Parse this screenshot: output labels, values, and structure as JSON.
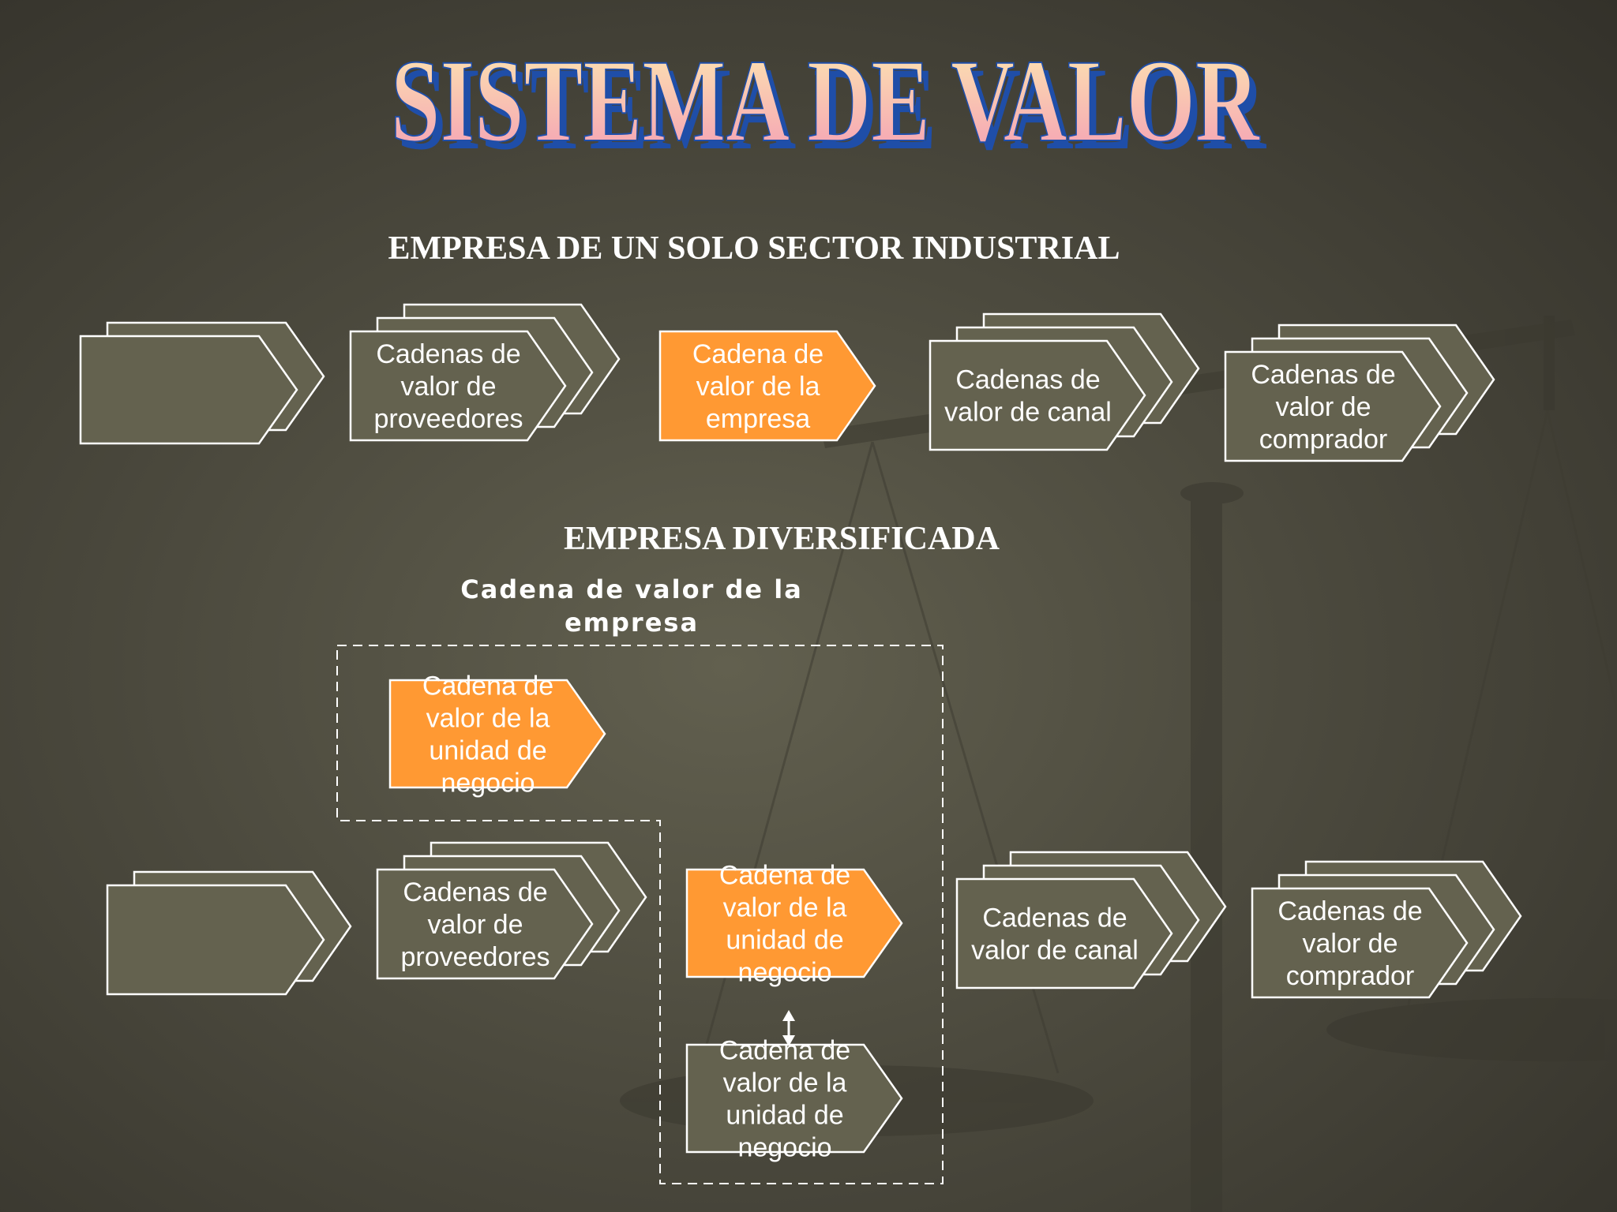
{
  "title": "SISTEMA DE VALOR",
  "sections": {
    "single_sector_heading": "EMPRESA DE UN SOLO SECTOR INDUSTRIAL",
    "diversified_heading": "EMPRESA DIVERSIFICADA"
  },
  "enterprise_group": {
    "label_line1": "Cadena de valor de la",
    "label_line2": "empresa"
  },
  "labels": {
    "proveedores": [
      "Cadenas de",
      "valor de",
      "proveedores"
    ],
    "empresa": [
      "Cadena de",
      "valor de la",
      "empresa"
    ],
    "canal": [
      "Cadenas de",
      "valor de canal"
    ],
    "comprador": [
      "Cadenas de",
      "valor de",
      "comprador"
    ],
    "unidad": [
      "Cadena de",
      "valor de la",
      "unidad de",
      "negocio"
    ]
  },
  "colors": {
    "box_fill": "#64624f",
    "box_stroke": "#ffffff",
    "highlight_fill": "#ff9933",
    "title_top": "#fbe2a8",
    "title_bottom": "#f7a0b4",
    "title_extrude": "#1f4ea8"
  }
}
